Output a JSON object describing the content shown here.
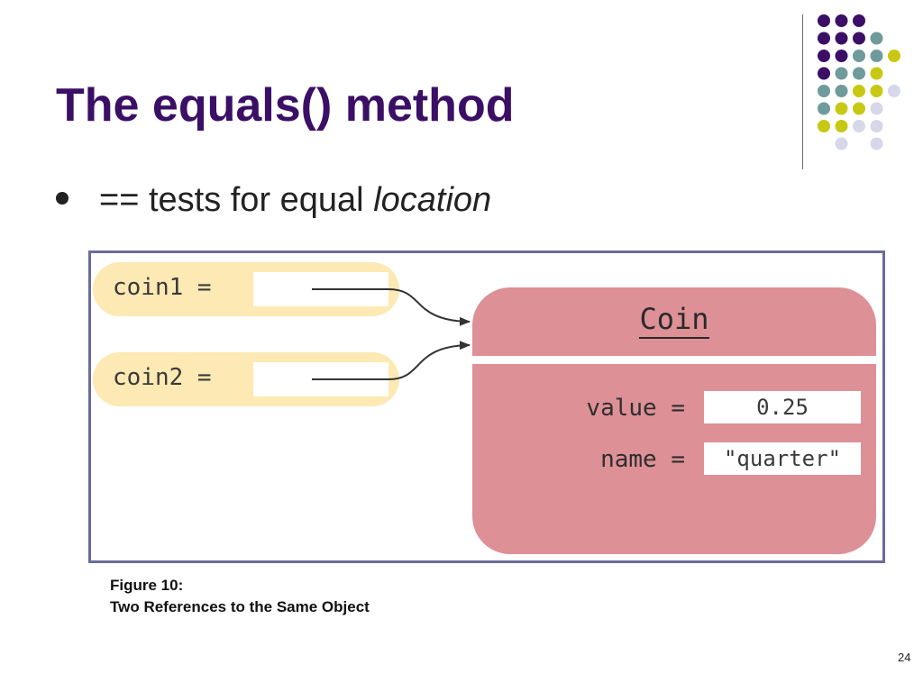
{
  "slide": {
    "title": "The equals() method",
    "page_number": "24"
  },
  "bullet": {
    "prefix": "== tests for equal ",
    "emphasis": "location"
  },
  "diagram": {
    "variables": [
      {
        "label": "coin1 ="
      },
      {
        "label": "coin2 ="
      }
    ],
    "object": {
      "class_name": "Coin",
      "fields": [
        {
          "label": "value =",
          "value": "0.25"
        },
        {
          "label": "name =",
          "value": "\"quarter\""
        }
      ]
    }
  },
  "caption": {
    "line1": "Figure 10:",
    "line2": "Two References to the Same Object"
  },
  "colors": {
    "title": "#3b0f66",
    "variable_pill": "#fde9b3",
    "object_fill": "#de9097",
    "frame_border": "#6b6b9a",
    "dot_purple": "#3b0f66",
    "dot_teal": "#6f9b9b",
    "dot_yellow": "#c8c814",
    "dot_lavender": "#d7d7ea"
  },
  "decoration": {
    "dot_grid": [
      [
        "dot_purple",
        "dot_purple",
        "dot_purple",
        "",
        ""
      ],
      [
        "dot_purple",
        "dot_purple",
        "dot_purple",
        "dot_teal",
        ""
      ],
      [
        "dot_purple",
        "dot_purple",
        "dot_teal",
        "dot_teal",
        "dot_yellow"
      ],
      [
        "dot_purple",
        "dot_teal",
        "dot_teal",
        "dot_yellow",
        ""
      ],
      [
        "dot_teal",
        "dot_teal",
        "dot_yellow",
        "dot_yellow",
        "dot_lavender"
      ],
      [
        "dot_teal",
        "dot_yellow",
        "dot_yellow",
        "dot_lavender",
        ""
      ],
      [
        "dot_yellow",
        "dot_yellow",
        "dot_lavender",
        "dot_lavender",
        ""
      ],
      [
        "",
        "dot_lavender",
        "",
        "dot_lavender",
        ""
      ]
    ]
  }
}
